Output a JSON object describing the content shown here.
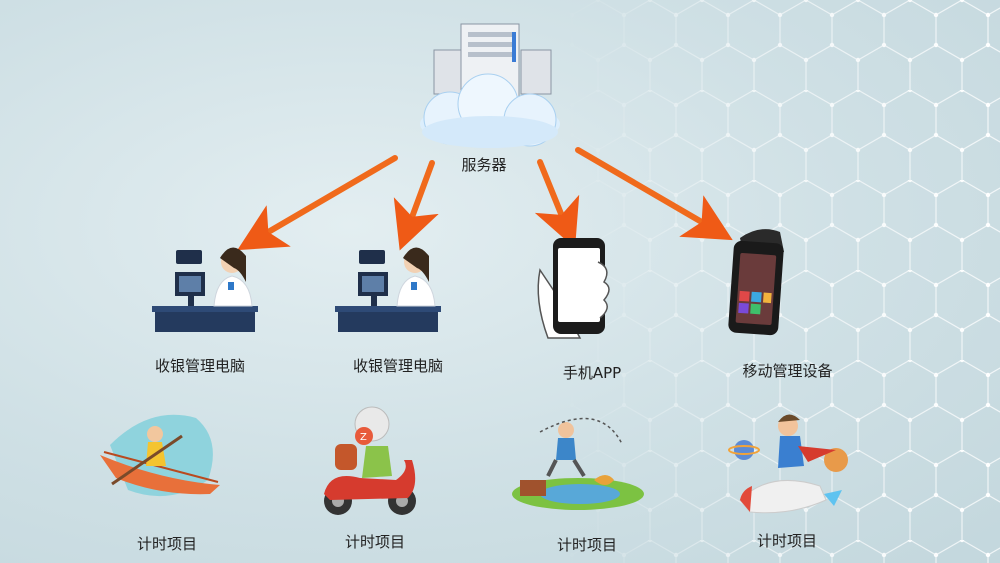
{
  "server": {
    "label": "服务器"
  },
  "devices": [
    {
      "label": "收银管理电脑",
      "icon": "cashier-computer-icon"
    },
    {
      "label": "收银管理电脑",
      "icon": "cashier-computer-icon"
    },
    {
      "label": "手机APP",
      "icon": "smartphone-icon"
    },
    {
      "label": "移动管理设备",
      "icon": "pos-terminal-icon"
    }
  ],
  "projects": [
    {
      "label": "计时项目",
      "icon": "rowing-boat-icon"
    },
    {
      "label": "计时项目",
      "icon": "scooter-rider-icon"
    },
    {
      "label": "计时项目",
      "icon": "fishing-icon"
    },
    {
      "label": "计时项目",
      "icon": "rocket-rider-icon"
    }
  ],
  "colors": {
    "arrow": "#f06a1c",
    "arrow_tail": "#f5a23a",
    "hex_grid": "#ffffff"
  }
}
